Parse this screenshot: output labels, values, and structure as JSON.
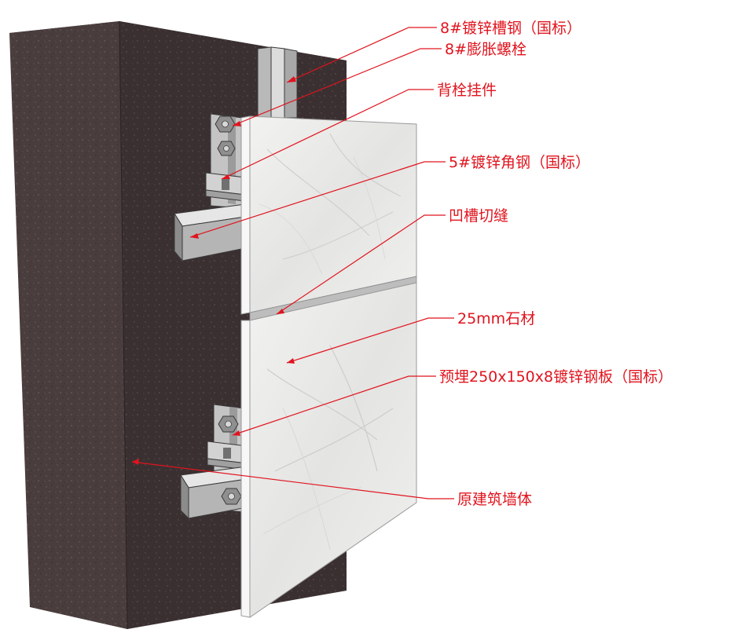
{
  "labels": {
    "channel_steel": "8#镀锌槽钢（国标）",
    "expansion_bolt": "8#膨胀螺栓",
    "back_anchor": "背栓挂件",
    "angle_steel": "5#镀锌角钢（国标）",
    "groove_joint": "凹槽切缝",
    "stone_25mm": "25mm石材",
    "embedded_plate": "预埋250x150x8镀锌钢板（国标）",
    "original_wall": "原建筑墙体"
  },
  "colors": {
    "annotation": "#e0141e",
    "wall_front": "#4a3d3e",
    "wall_side": "#3b3031",
    "wall_top": "#5a4c4d",
    "stone": "#ececea",
    "steel": "#c8c8c8"
  }
}
